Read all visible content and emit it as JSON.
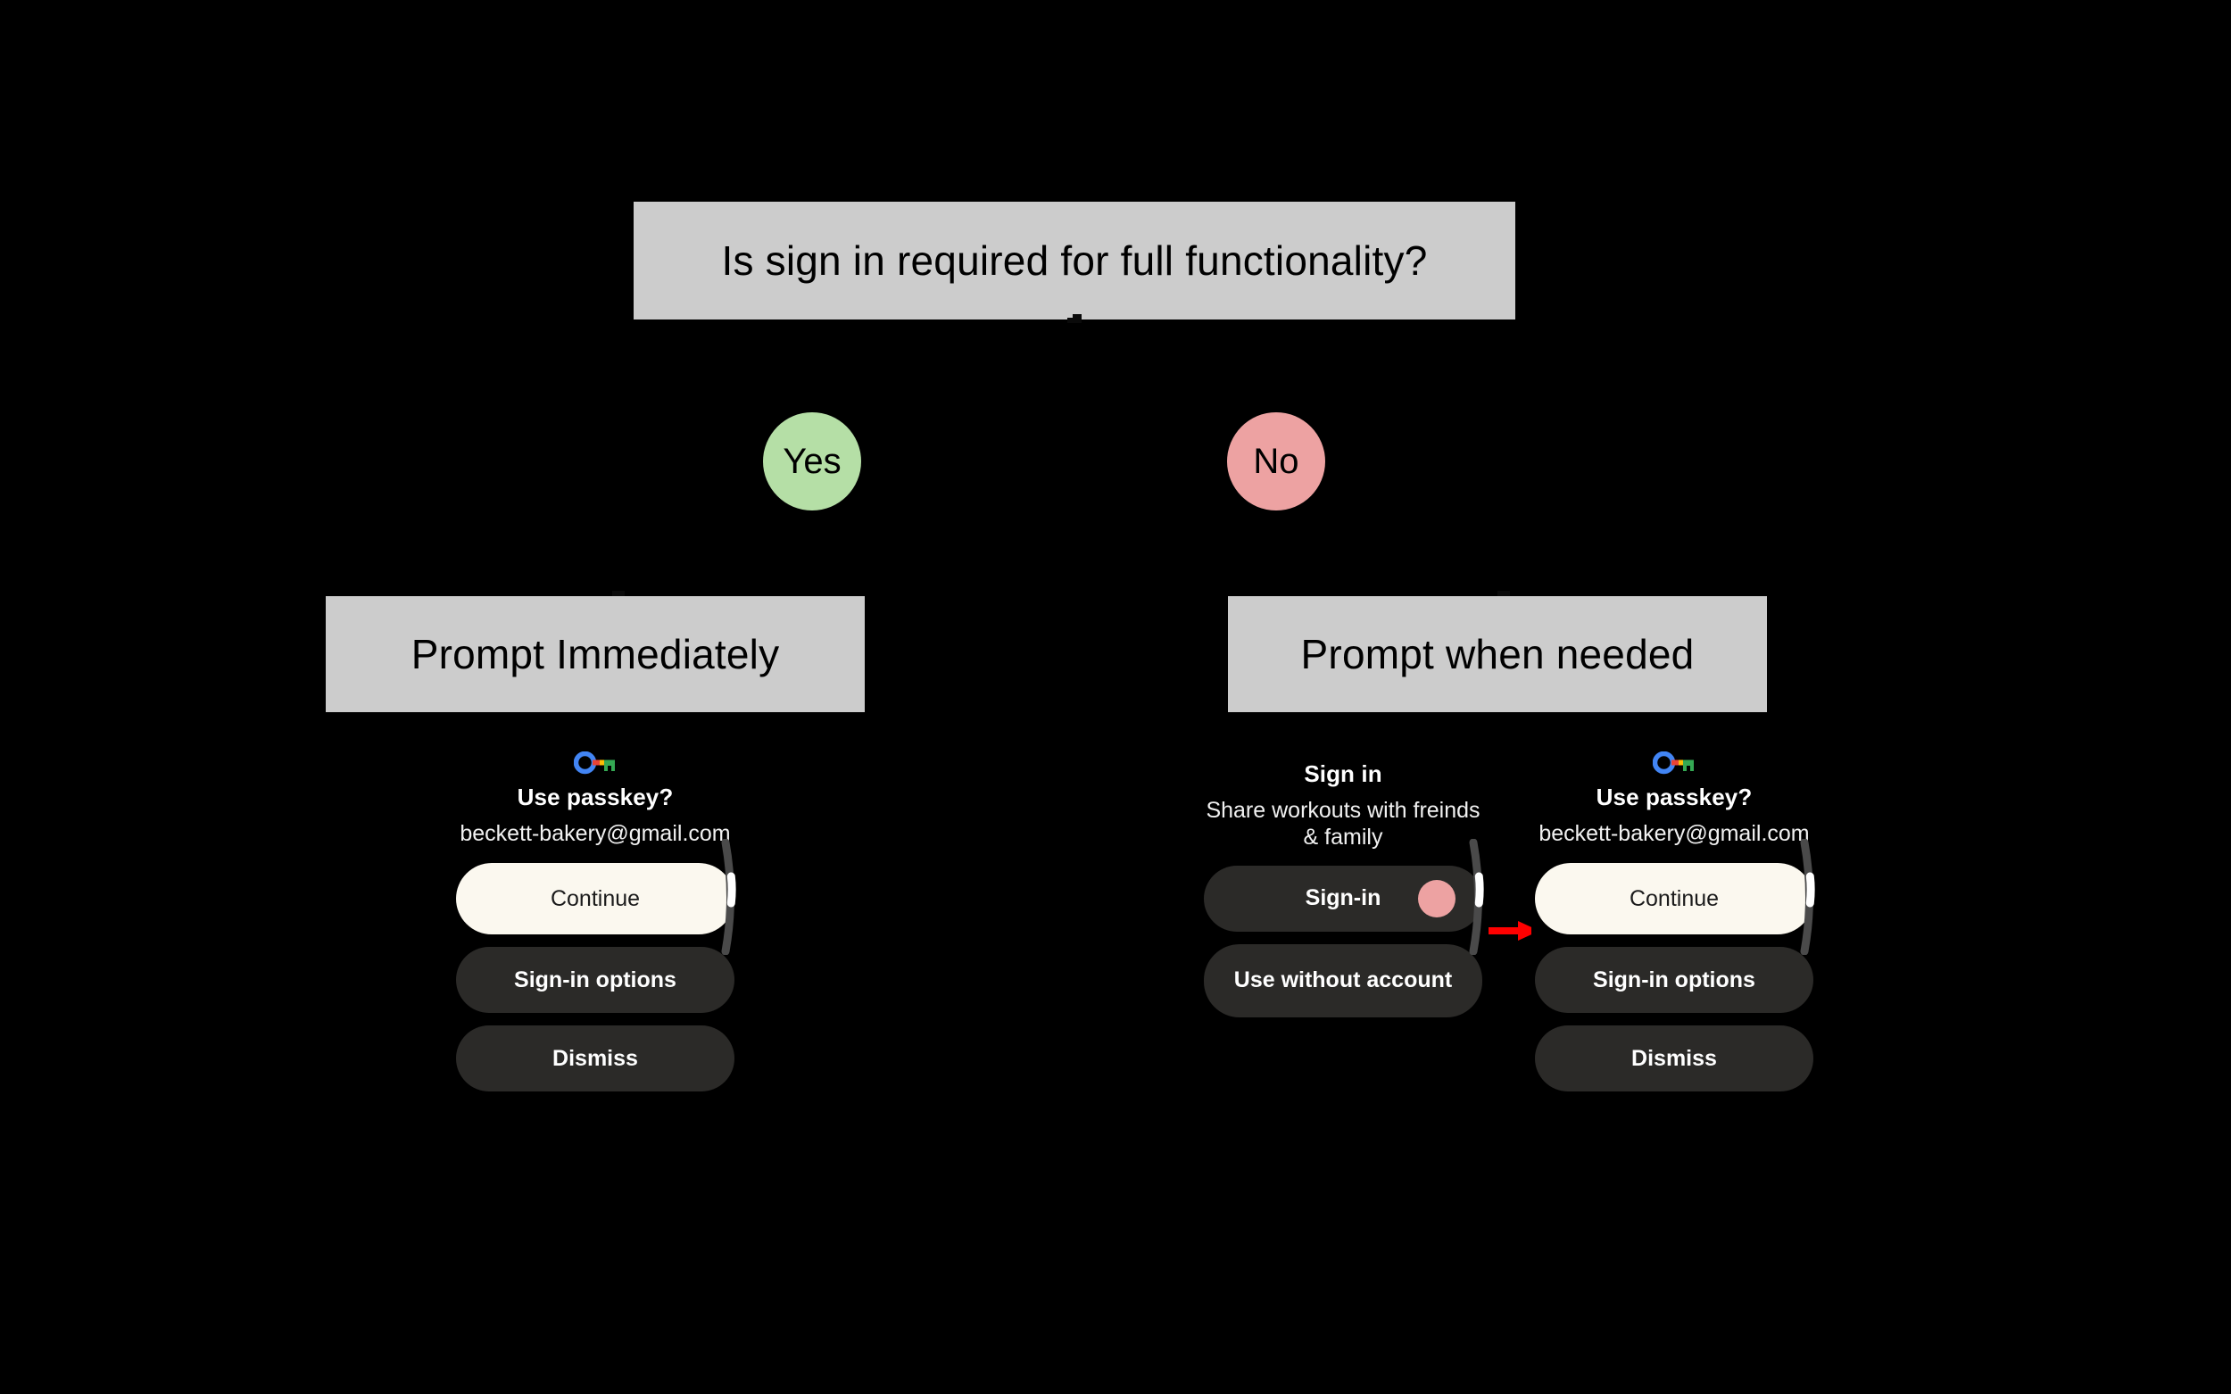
{
  "diagram": {
    "title": "Is sign in required for full functionality?",
    "branches": [
      {
        "label": "Yes",
        "color": "#b5dfa6",
        "outcome": "Prompt Immediately"
      },
      {
        "label": "No",
        "color": "#eda2a2",
        "outcome": "Prompt when needed"
      }
    ],
    "outcome_left": "Prompt Immediately",
    "outcome_right": "Prompt when needed"
  },
  "colors": {
    "background": "#000000",
    "box_fill": "#cccccc",
    "box_text": "#000000",
    "yes_circle": "#b5dfa6",
    "no_circle": "#eda2a2",
    "primary_button": "#fbf8ef",
    "secondary_button": "#2b2a28",
    "arrow": "#ff0000",
    "dialog_text": "#ffffff",
    "scrollbar_track": "#4a4a4a",
    "scrollbar_thumb": "#ffffff"
  },
  "dialogs": {
    "passkey_left": {
      "icon": "google-passkey-icon",
      "title": "Use passkey?",
      "subtitle": "beckett-bakery@gmail.com",
      "buttons": [
        {
          "label": "Continue",
          "style": "primary"
        },
        {
          "label": "Sign-in options",
          "style": "secondary"
        },
        {
          "label": "Dismiss",
          "style": "secondary"
        }
      ]
    },
    "signin": {
      "title": "Sign in",
      "subtitle": "Share workouts with freinds & family",
      "buttons": [
        {
          "label": "Sign-in",
          "style": "secondary",
          "tap_indicator": true
        },
        {
          "label": "Use without account",
          "style": "secondary"
        }
      ]
    },
    "passkey_right": {
      "icon": "google-passkey-icon",
      "title": "Use passkey?",
      "subtitle": "beckett-bakery@gmail.com",
      "buttons": [
        {
          "label": "Continue",
          "style": "primary"
        },
        {
          "label": "Sign-in options",
          "style": "secondary"
        },
        {
          "label": "Dismiss",
          "style": "secondary"
        }
      ]
    }
  }
}
